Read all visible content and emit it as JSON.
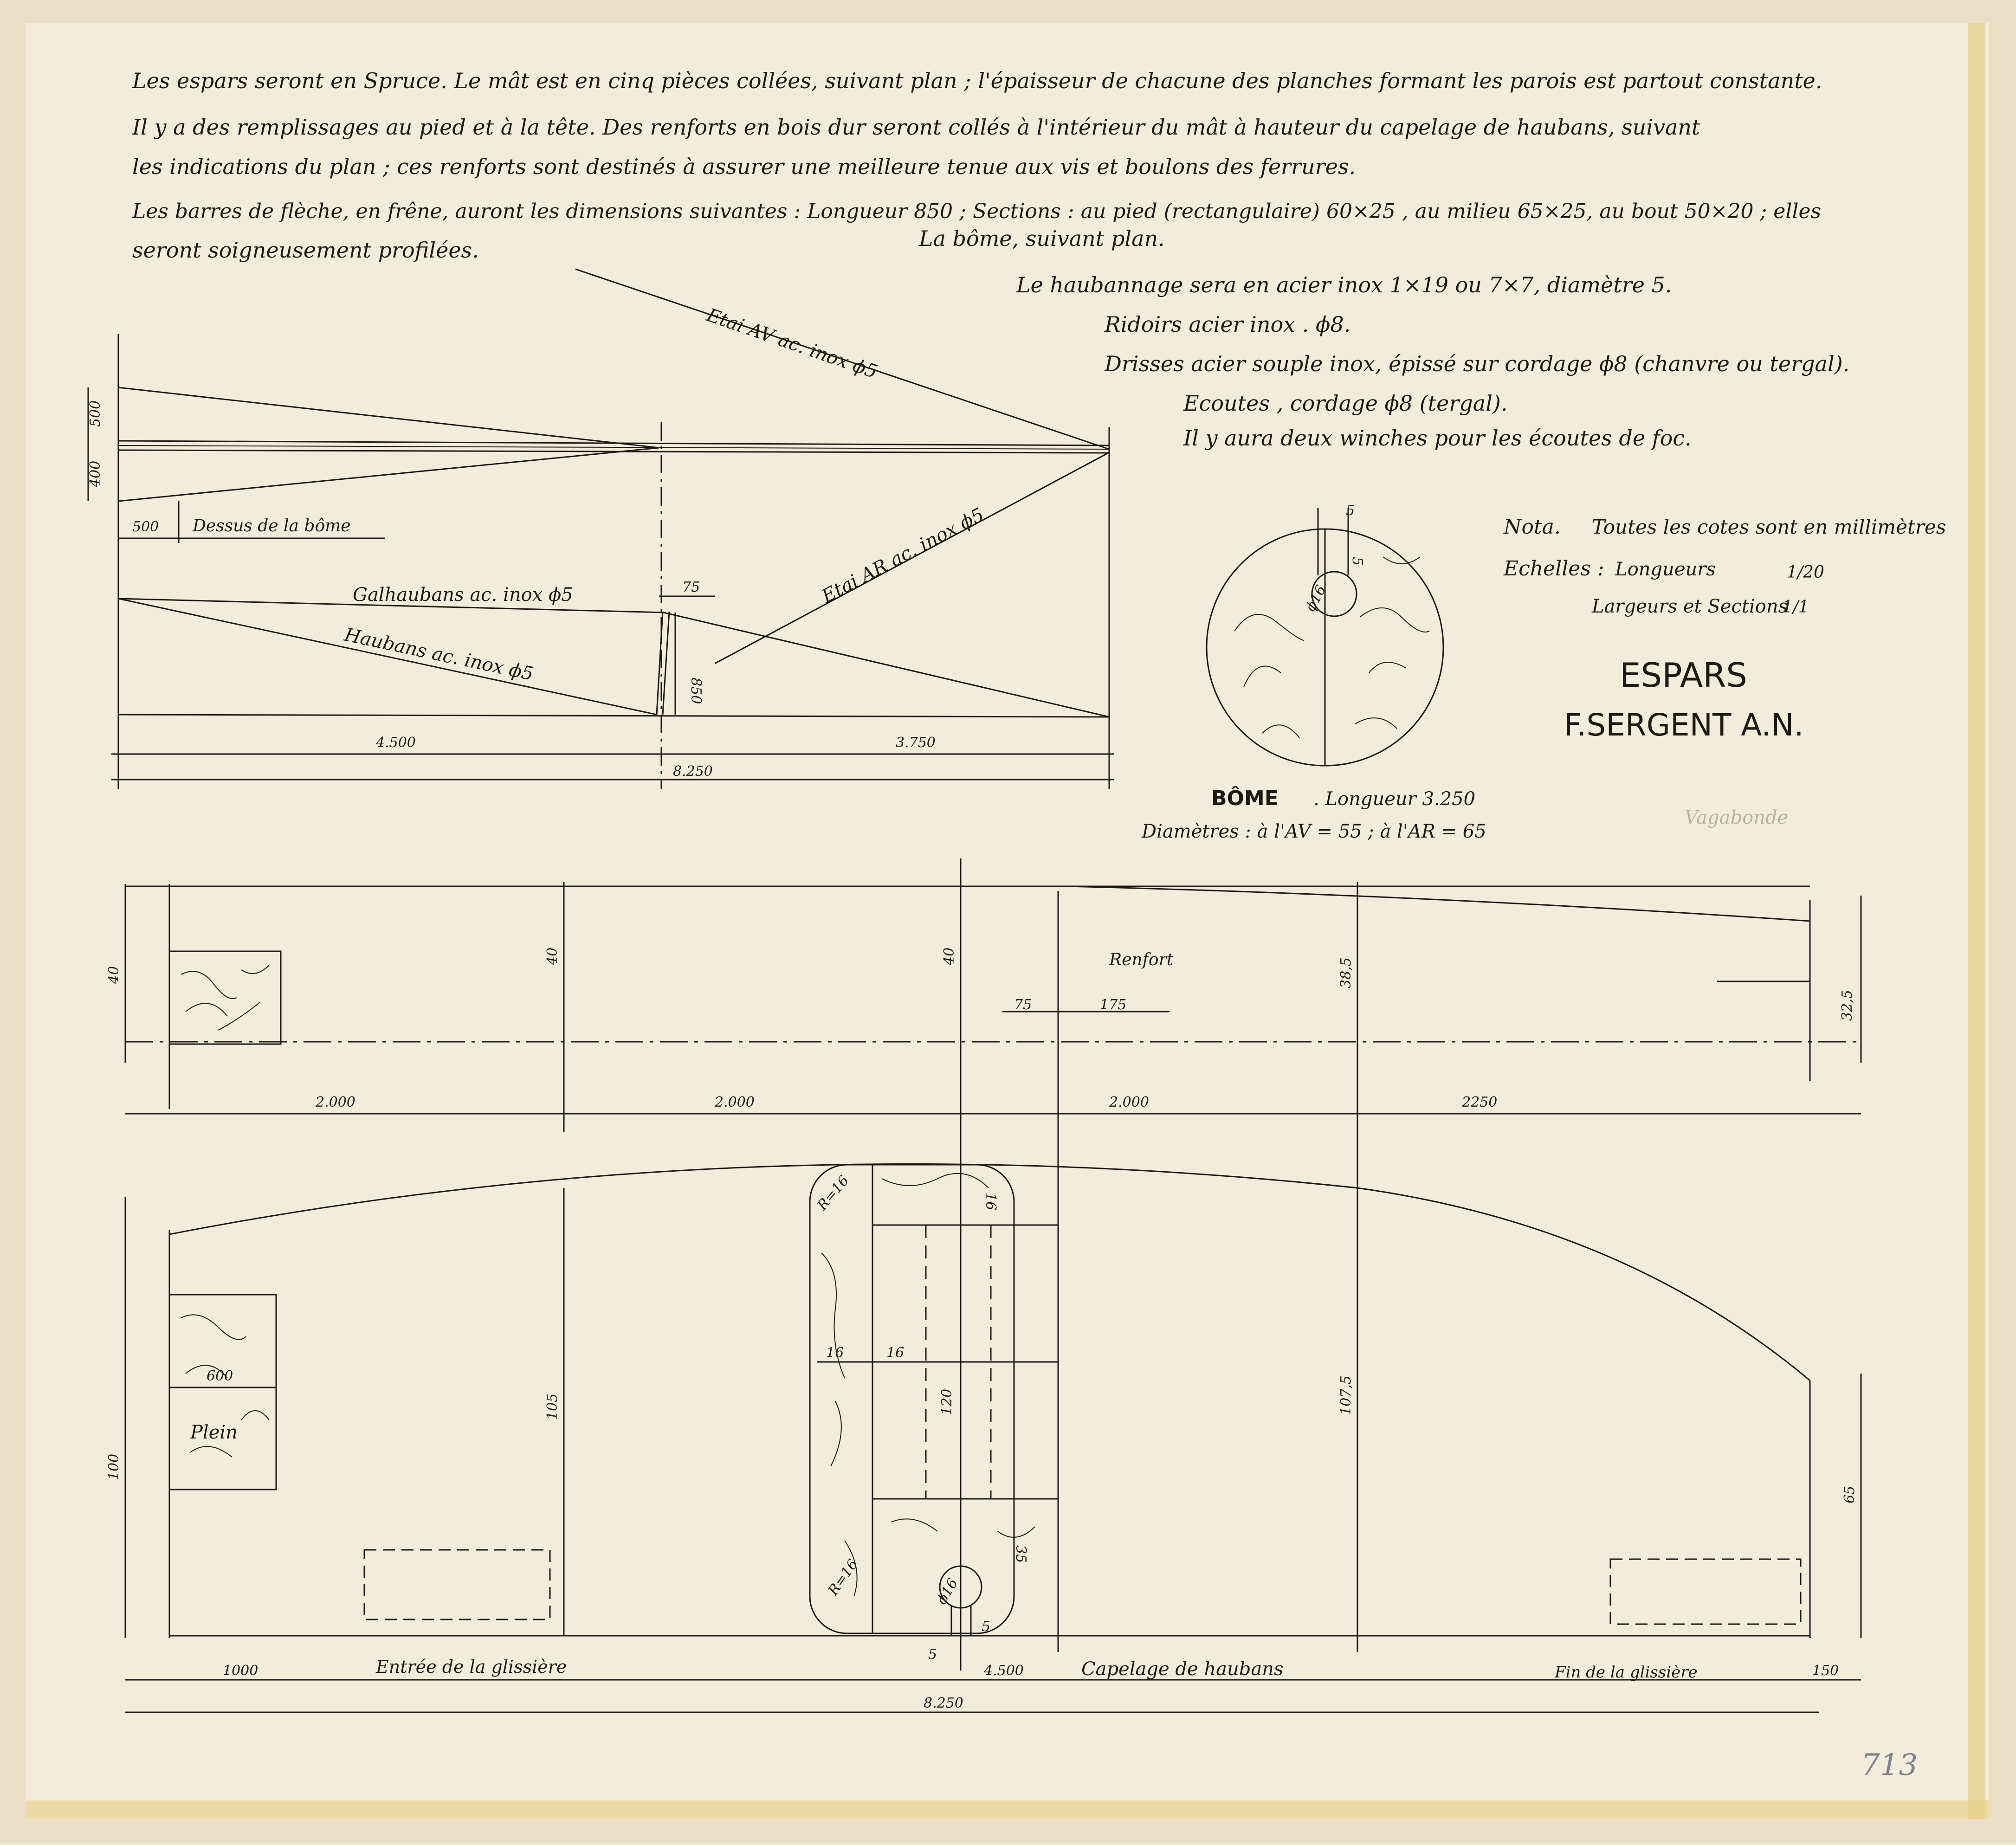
{
  "notes": {
    "line1": "Les espars seront en Spruce. Le mât est en cinq pièces collées, suivant plan ; l'épaisseur de chacune des planches formant les parois est partout constante.",
    "line2": "Il y a des remplissages au pied et à la tête. Des renforts en bois dur seront collés à l'intérieur du mât à hauteur du capelage de haubans, suivant",
    "line3": "les indications du plan ; ces renforts sont destinés à assurer une meilleure tenue aux vis et boulons des ferrures.",
    "line4": "Les barres de flèche, en frêne, auront les dimensions suivantes : Longueur 850 ; Sections : au pied (rectangulaire) 60×25 , au milieu 65×25, au bout 50×20 ; elles",
    "line5a": "seront soigneusement profilées.",
    "line5b": "La bôme, suivant plan.",
    "rig1": "Le haubannage sera en acier inox 1×19 ou 7×7, diamètre 5.",
    "rig2": "Ridoirs acier inox . ϕ8.",
    "rig3": "Drisses acier souple inox, épissé sur cordage ϕ8 (chanvre ou tergal).",
    "rig4": "Ecoutes , cordage ϕ8 (tergal).",
    "rig5": "Il y aura deux winches pour les écoutes de foc."
  },
  "rig_view": {
    "etai_av": "Etai AV ac. inox ϕ5",
    "etai_ar": "Etai AR ac. inox ϕ5",
    "galhaubans": "Galhaubans ac. inox ϕ5",
    "haubans": "Haubans ac. inox ϕ5",
    "dessus_bome": "Dessus de la bôme",
    "dim_500_top": "500",
    "dim_400": "400",
    "dim_500_left": "500",
    "dim_75": "75",
    "dim_850": "850",
    "dim_4500": "4.500",
    "dim_3750": "3.750",
    "dim_8250": "8.250"
  },
  "boom_section": {
    "dim_5": "5",
    "dim_5b": "5",
    "dia": "ϕ16",
    "label": "BÔME",
    "length": ". Longueur 3.250",
    "diameters": "Diamètres : à l'AV = 55 ; à l'AR = 65"
  },
  "legend": {
    "nota": "Nota.",
    "nota_text": "Toutes les cotes sont en millimètres",
    "echelles": "Echelles :",
    "longueurs": "Longueurs",
    "longueurs_scale": "1/20",
    "largeurs": "Largeurs et Sections",
    "largeurs_scale": "1/1",
    "title": "ESPARS",
    "author": "F.SERGENT A.N.",
    "pencil": "Vagabonde",
    "sheet_no": "713"
  },
  "mast": {
    "top_dims": {
      "d40a": "40",
      "d40b": "40",
      "d40c": "40",
      "d385": "38,5",
      "d325": "32,5"
    },
    "renfort": "Renfort",
    "r75": "75",
    "r175": "175",
    "seg1": "2.000",
    "seg2": "2.000",
    "seg3": "2.000",
    "seg4": "2250",
    "d100": "100",
    "d105": "105",
    "d1075": "107,5",
    "d65": "65",
    "d600": "600",
    "plein": "Plein",
    "r16_top": "R=16",
    "r16_bot": "R=16",
    "d16_top": "16",
    "d16a": "16",
    "d16b": "16",
    "d120": "120",
    "d35": "35",
    "dia16": "ϕ16",
    "d5a": "5",
    "d5b": "5",
    "d1000": "1000",
    "entree": "Entrée de la glissière",
    "d4500": "4.500",
    "capelage": "Capelage de haubans",
    "fin": "Fin de la glissière",
    "d150": "150",
    "d8250": "8.250"
  }
}
